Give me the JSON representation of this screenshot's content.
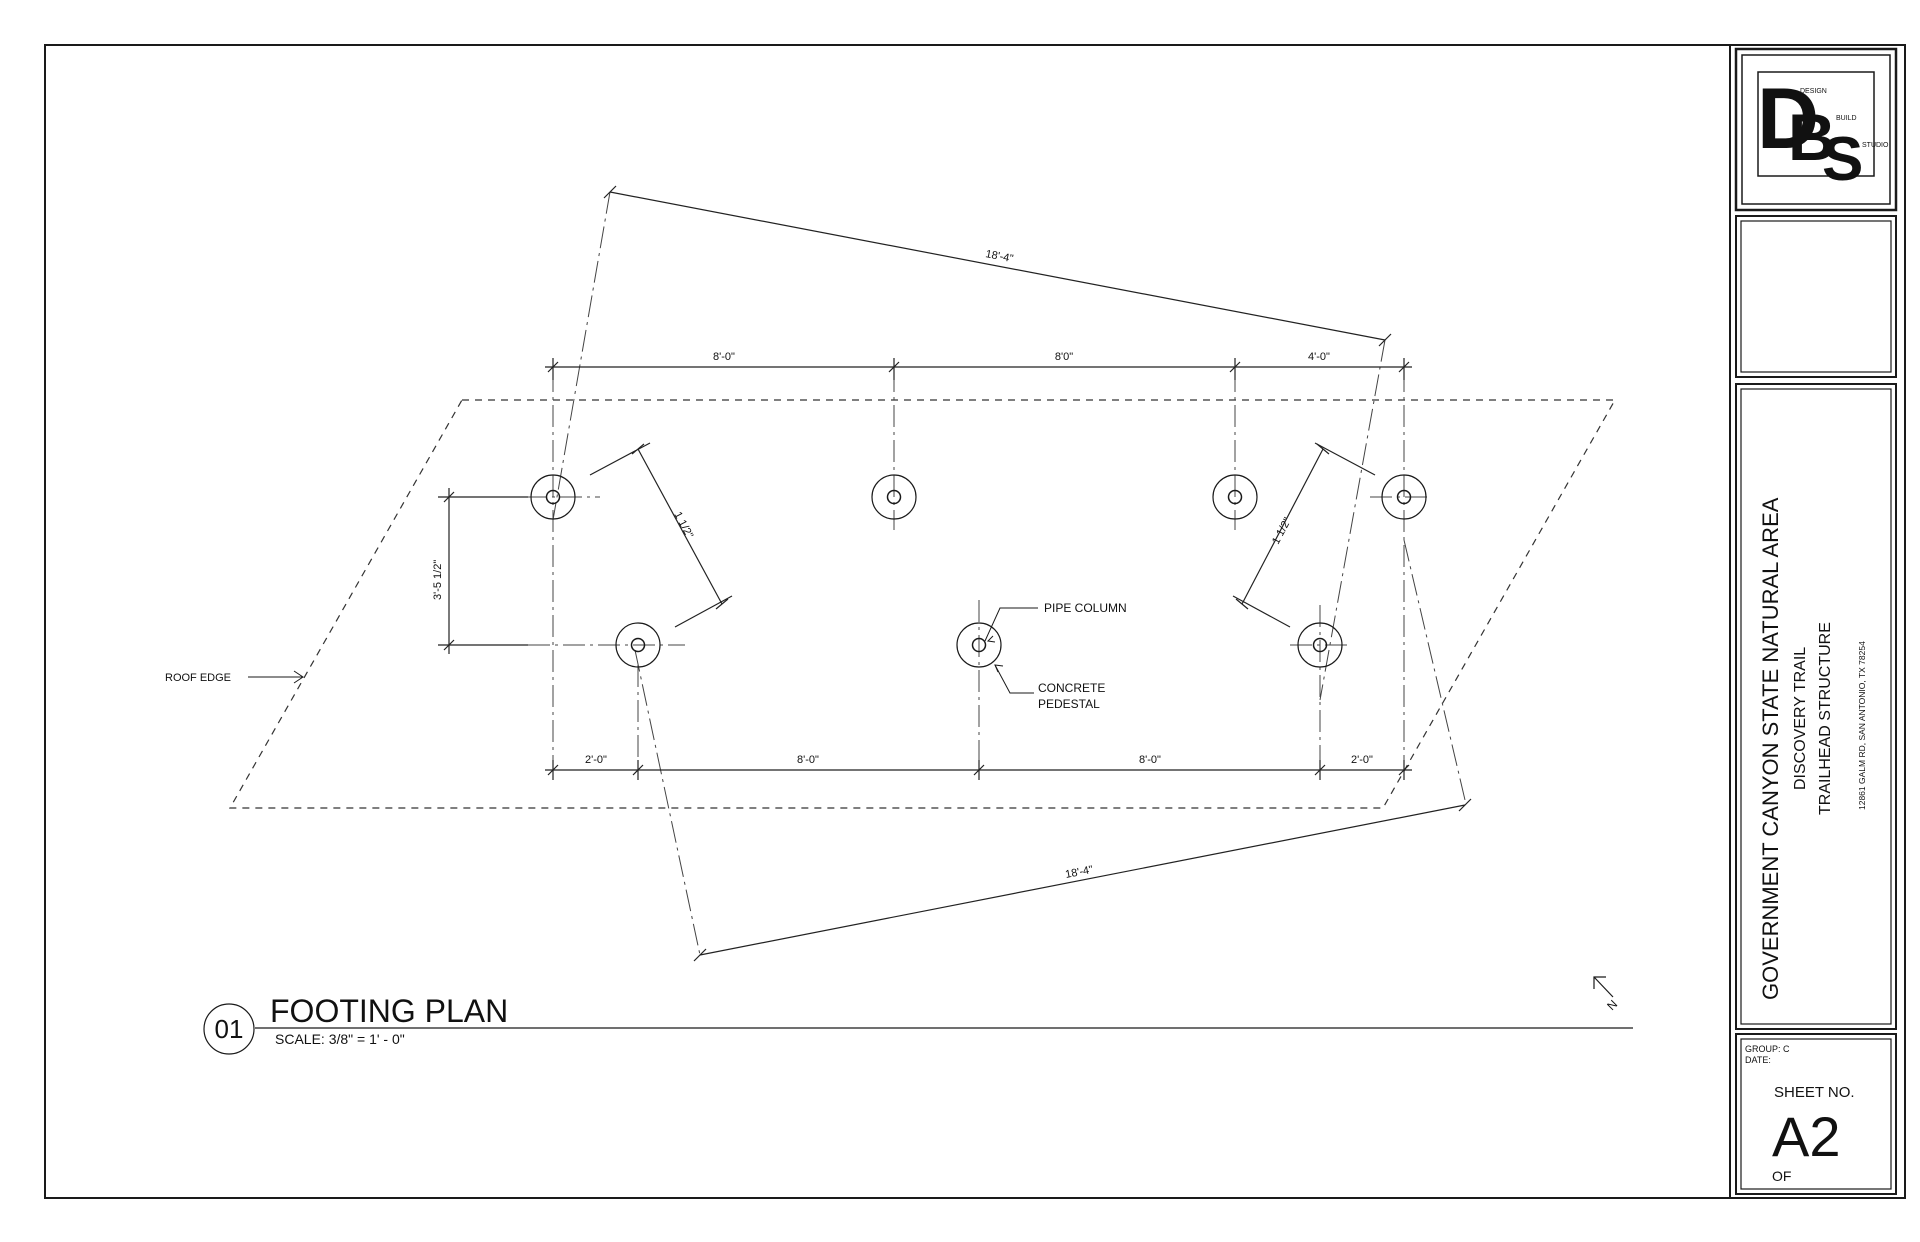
{
  "drawing": {
    "dimensions": {
      "top_overall": "18'-4\"",
      "bottom_overall": "18'-4\"",
      "top_seg1": "8'-0\"",
      "top_seg2": "8'0\"",
      "top_seg3": "4'-0\"",
      "bottom_seg1": "2'-0\"",
      "bottom_seg2": "8'-0\"",
      "bottom_seg3": "8'-0\"",
      "bottom_seg4": "2'-0\"",
      "left_vertical": "3'-5 1/2\"",
      "left_diag": "1 1/2\"",
      "right_diag": "1 1/2\""
    },
    "labels": {
      "roof_edge": "ROOF EDGE",
      "pipe_column": "PIPE COLUMN",
      "concrete_line1": "CONCRETE",
      "concrete_line2": "PEDESTAL"
    },
    "view": {
      "number": "01",
      "title": "FOOTING PLAN",
      "scale": "SCALE: 3/8\" = 1' - 0\""
    },
    "north_label": "N"
  },
  "title_block": {
    "logo": "DBS",
    "logo_words": [
      "DESIGN",
      "BUILD",
      "STUDIO"
    ],
    "project_name": "GOVERNMENT CANYON STATE NATURAL AREA",
    "project_sub": "DISCOVERY TRAIL",
    "project_structure": "TRAILHEAD STRUCTURE",
    "address": "12861 GALM RD, SAN ANTONIO, TX 78254",
    "group": "GROUP: C",
    "date": "DATE:",
    "sheet_no_label": "SHEET NO.",
    "sheet_no": "A2",
    "of_label": "OF"
  }
}
